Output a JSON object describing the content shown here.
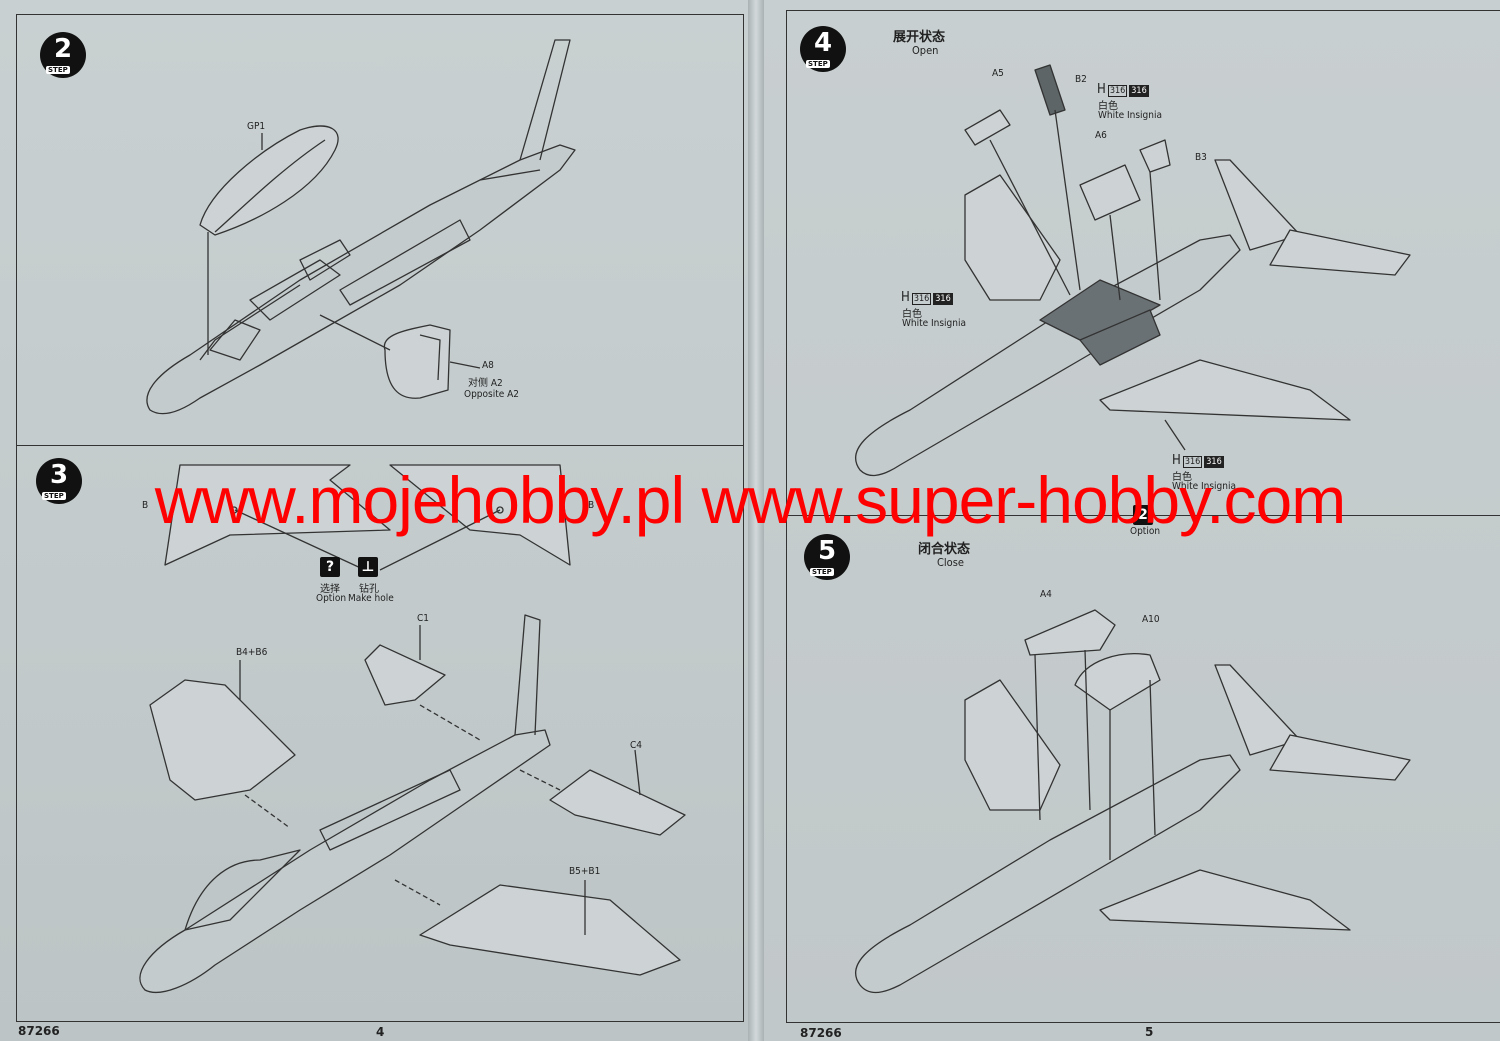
{
  "pages": {
    "left": {
      "catalog_no": "87266",
      "page_number": "4"
    },
    "right": {
      "catalog_no": "87266",
      "page_number": "5"
    }
  },
  "steps": {
    "s2": {
      "number": "2",
      "label": "STEP",
      "parts": {
        "canopy": "GP1",
        "intake": "A8",
        "intake_opposite_cn": "对侧 A2",
        "intake_opposite_en": "Opposite A2"
      }
    },
    "s3": {
      "number": "3",
      "label": "STEP",
      "option_cn": "选择",
      "option_en": "Option",
      "hole_cn": "钻孔",
      "hole_en": "Make hole",
      "option_icon": "?",
      "hole_icon": "⊥",
      "parts": {
        "left_wing": "B4+B6",
        "tailplane_left": "C1",
        "tailplane_right": "C4",
        "right_wing": "B5+B1",
        "plate_left": "B",
        "plate_right": "B"
      }
    },
    "s4": {
      "number": "4",
      "label": "STEP",
      "title_cn": "展开状态",
      "title_en": "Open",
      "parts": {
        "a5": "A5",
        "b2": "B2",
        "a6": "A6",
        "b3": "B3"
      },
      "decal_prefix": "H",
      "decal_a": "316",
      "decal_b": "316",
      "insignia_cn": "白色",
      "insignia_en": "White Insignia",
      "option_num": "2",
      "option_en": "Option"
    },
    "s5": {
      "number": "5",
      "label": "STEP",
      "title_cn": "闭合状态",
      "title_en": "Close",
      "parts": {
        "a4": "A4",
        "a10": "A10"
      }
    }
  },
  "watermark": "www.mojehobby.pl www.super-hobby.com"
}
